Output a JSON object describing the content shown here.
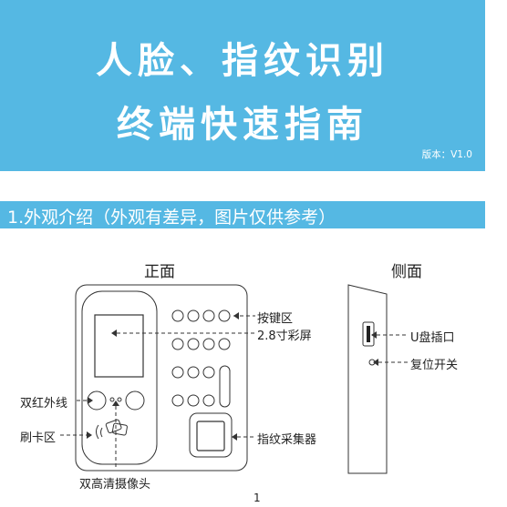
{
  "banner": {
    "title_line1": "人脸、指纹识别",
    "title_line2": "终端快速指南",
    "version": "版本：V1.0"
  },
  "section": {
    "title": "1.外观介绍（外观有差异，图片仅供参考）"
  },
  "front_view": {
    "heading": "正面",
    "labels": {
      "keypad": "按键区",
      "screen": "2.8寸彩屏",
      "infrared": "双红外线",
      "card": "刷卡区",
      "fingerprint": "指纹采集器",
      "camera": "双高清摄像头"
    }
  },
  "side_view": {
    "heading": "侧面",
    "labels": {
      "usb": "U盘插口",
      "reset": "复位开关"
    }
  },
  "page_number": "1",
  "colors": {
    "banner": "#55b8e3",
    "line": "#333333"
  }
}
